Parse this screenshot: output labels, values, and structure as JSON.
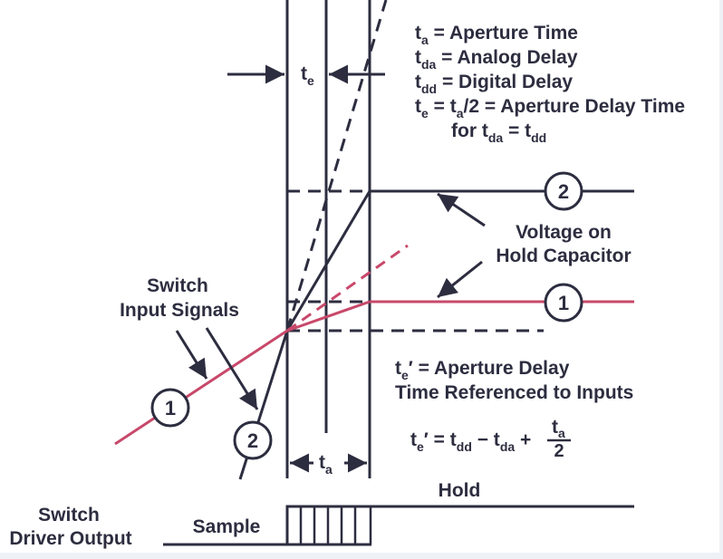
{
  "colors": {
    "ink": "#2d2d40",
    "signal1": "#c8486a",
    "background": "#ffffff",
    "frame": "#eef2f7"
  },
  "legend": {
    "line1": {
      "sym": "t",
      "sub": "a",
      "text": " = Aperture Time"
    },
    "line2": {
      "sym": "t",
      "sub": "da",
      "text": " = Analog Delay"
    },
    "line3": {
      "sym": "t",
      "sub": "dd",
      "text": " = Digital Delay"
    },
    "line4": {
      "sym": "t",
      "sub": "e",
      "mid": " = t",
      "sub2": "a",
      "text": "/2 = Aperture Delay Time"
    },
    "line5": {
      "pre": "for t",
      "sub": "da",
      "mid": " = t",
      "sub2": "dd"
    }
  },
  "dimensions": {
    "te": {
      "sym": "t",
      "sub": "e"
    },
    "ta": {
      "sym": "t",
      "sub": "a"
    }
  },
  "labels": {
    "voltage_on": "Voltage on",
    "hold_capacitor": "Hold Capacitor",
    "switch": "Switch",
    "input_signals": "Input Signals",
    "te_prime_line1": {
      "sym": "t",
      "sub": "e",
      "text": "′ = Aperture Delay"
    },
    "te_prime_line2": "Time Referenced to Inputs",
    "formula": {
      "sym": "t",
      "sub": "e",
      "p1": "′ = t",
      "sub2": "dd",
      "p2": " − t",
      "sub3": "da",
      "p3": " + ",
      "frac_num_sym": "t",
      "frac_num_sub": "a",
      "frac_den": "2"
    },
    "hold": "Hold",
    "sample": "Sample",
    "switch_driver_1": "Switch",
    "switch_driver_2": "Driver Output"
  },
  "markers": {
    "signal1": "1",
    "signal2": "2"
  }
}
